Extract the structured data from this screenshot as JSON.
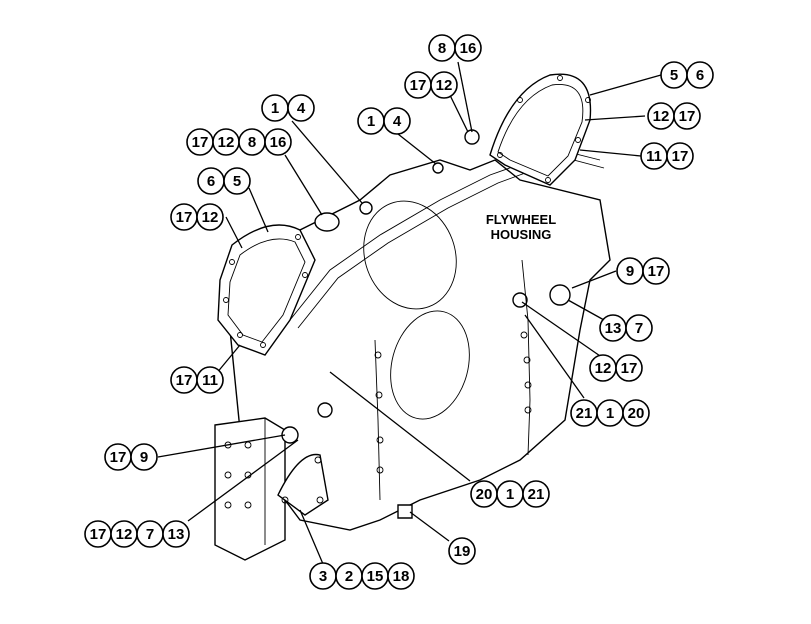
{
  "housing_label": {
    "line1": "FLYWHEEL",
    "line2": "HOUSING"
  },
  "callouts": [
    [
      "8",
      "16"
    ],
    [
      "17",
      "12"
    ],
    [
      "5",
      "6"
    ],
    [
      "12",
      "17"
    ],
    [
      "11",
      "17"
    ],
    [
      "1",
      "4"
    ],
    [
      "1",
      "4"
    ],
    [
      "17",
      "12",
      "8",
      "16"
    ],
    [
      "6",
      "5"
    ],
    [
      "17",
      "12"
    ],
    [
      "9",
      "17"
    ],
    [
      "13",
      "7"
    ],
    [
      "12",
      "17"
    ],
    [
      "21",
      "1",
      "20"
    ],
    [
      "17",
      "11"
    ],
    [
      "17",
      "9"
    ],
    [
      "20",
      "1",
      "21"
    ],
    [
      "17",
      "12",
      "7",
      "13"
    ],
    [
      "19"
    ],
    [
      "3",
      "2",
      "15",
      "18"
    ]
  ]
}
